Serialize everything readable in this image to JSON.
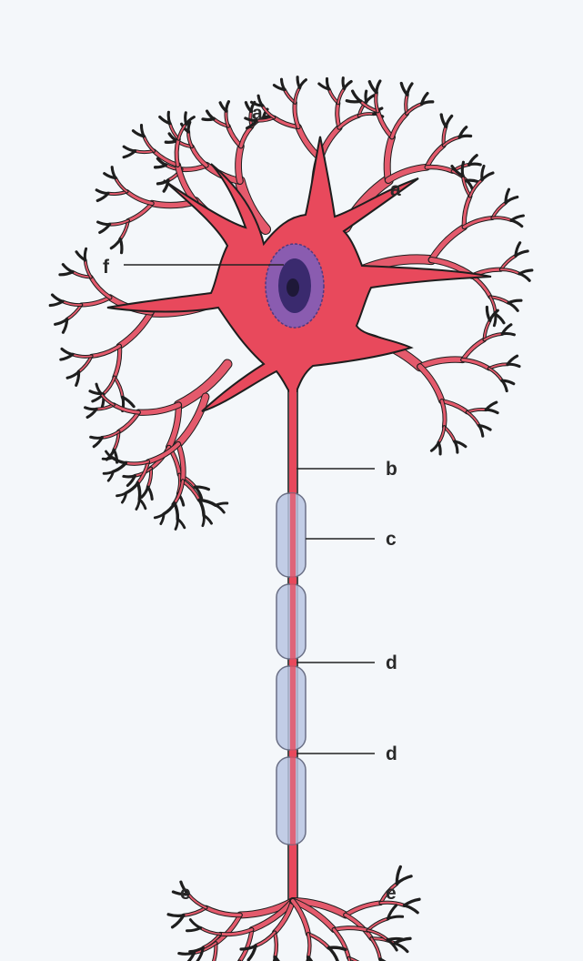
{
  "colors": {
    "background": "#f4f7fa",
    "cell_body": "#e8495c",
    "cell_outline": "#1e1e1e",
    "nucleus_outer": "#8a5cb0",
    "nucleus_inner": "#3a2a6e",
    "myelin": "#b9c6e2",
    "myelin_outline": "#6a6f85",
    "label_text": "#2a2a2a"
  },
  "labels": {
    "a_upper": "a",
    "a_right": "a",
    "f": "f",
    "b": "b",
    "c": "c",
    "d_first": "d",
    "d_second": "d",
    "e_left": "e",
    "e_right": "e"
  }
}
